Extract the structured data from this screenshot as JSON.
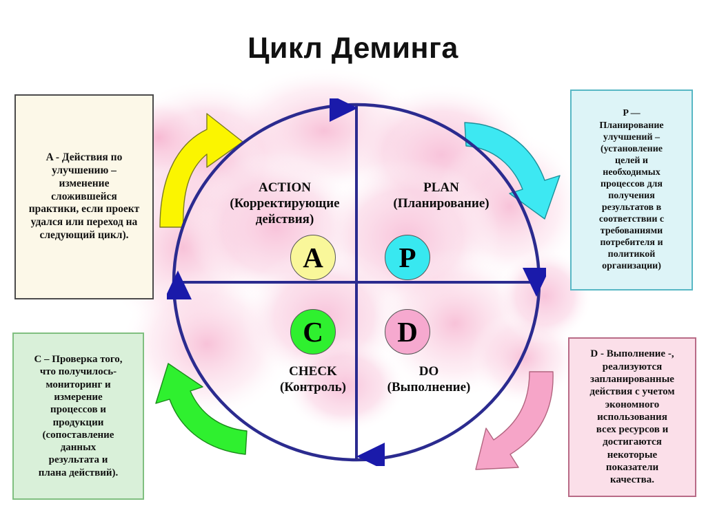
{
  "page": {
    "title": "Цикл Деминга",
    "background_color": "#ffffff",
    "cloud_color": "#f9c6dd"
  },
  "wheel": {
    "circle_color": "#2b2b8f",
    "axis_color": "#2b2b8f",
    "arrowhead_color": "#1a1aaa",
    "direction": "clockwise",
    "quadrants": [
      {
        "key": "action",
        "title": "ACTION",
        "subtitle": "(Корректирующие",
        "subtitle2": "действия)",
        "letter": "A",
        "letter_color": "#f9f79a",
        "position": "top-left"
      },
      {
        "key": "plan",
        "title": "PLAN",
        "subtitle": "(Планирование)",
        "subtitle2": "",
        "letter": "P",
        "letter_color": "#38e8f0",
        "position": "top-right"
      },
      {
        "key": "check",
        "title": "CHECK",
        "subtitle": "(Контроль)",
        "subtitle2": "",
        "letter": "C",
        "letter_color": "#2ff02f",
        "position": "bottom-left"
      },
      {
        "key": "do",
        "title": "DO",
        "subtitle": "(Выполнение)",
        "subtitle2": "",
        "letter": "D",
        "letter_color": "#f6a9cf",
        "position": "bottom-right"
      }
    ],
    "arrows": [
      {
        "name": "yellow-arrow-upper-left",
        "color": "#fbf500",
        "stroke": "#8a8a00",
        "direction": "up-right"
      },
      {
        "name": "cyan-arrow-upper-right",
        "color": "#3de8f2",
        "stroke": "#1c8f99",
        "direction": "down-right"
      },
      {
        "name": "pink-arrow-lower-right",
        "color": "#f6a5c8",
        "stroke": "#b2647f",
        "direction": "down-left"
      },
      {
        "name": "green-arrow-lower-left",
        "color": "#2ff02f",
        "stroke": "#1a8a1a",
        "direction": "up-left"
      }
    ]
  },
  "boxes": {
    "action": {
      "label": "A - Действия по улучшению",
      "background": "#fcf8e8",
      "border": "#4a4a4a",
      "lines": [
        "A - Действия по",
        "улучшению –",
        "изменение",
        "сложившейся",
        "практики, если проект",
        "удался или переход на",
        "следующий цикл)."
      ]
    },
    "plan": {
      "label": "P — Планирование улучшений",
      "background": "#ddf4f7",
      "border": "#57b7c4",
      "lines": [
        "P —",
        "Планирование",
        "улучшений –",
        "(установление",
        "целей и",
        "необходимых",
        "процессов для",
        "получения",
        "результатов в",
        "соответствии с",
        "требованиями",
        "потребителя и",
        "политикой",
        "организации)"
      ]
    },
    "check": {
      "label": "C — Проверка того, что получилось",
      "background": "#d9f0d9",
      "border": "#7fbf7f",
      "lines": [
        "C – Проверка того,",
        "что получилось-",
        "мониторинг  и",
        "измерение",
        "процессов и",
        "продукции",
        "(сопоставление",
        "данных",
        "результата и",
        "плана действий)."
      ]
    },
    "do": {
      "label": "D - Выполнение",
      "background": "#fbdfe9",
      "border": "#b86a86",
      "lines": [
        "D - Выполнение -,",
        "реализуются",
        "запланированные",
        "действия с учетом",
        "экономного",
        "использования",
        "всех ресурсов и",
        "достигаются",
        "некоторые",
        "показатели",
        "качества."
      ]
    }
  }
}
